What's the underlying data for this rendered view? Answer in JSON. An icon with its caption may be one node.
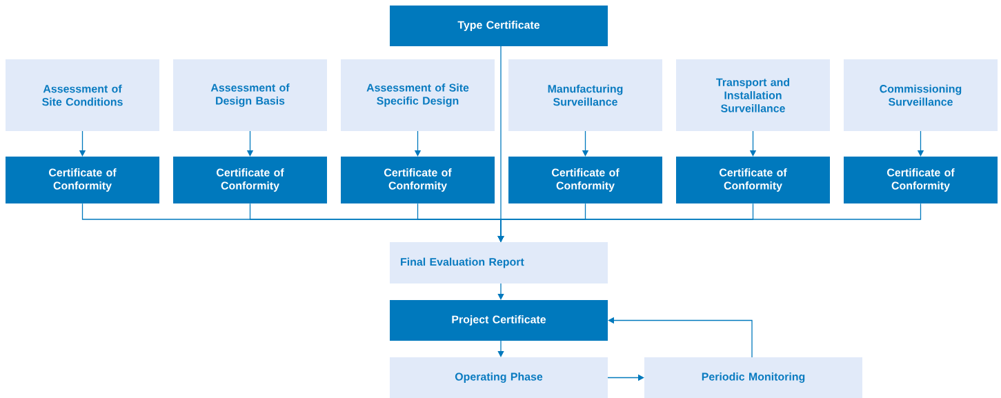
{
  "diagram": {
    "nodes": [
      {
        "text": [
          "Type Certificate"
        ]
      },
      {
        "text": [
          "Assessment of Site Conditions"
        ]
      },
      {
        "text": [
          "Assessment of Design Basis"
        ]
      },
      {
        "text": [
          "Assessment of Site Specific Design"
        ]
      },
      {
        "text": [
          "Manufacturing Surveillance"
        ]
      },
      {
        "text": [
          "Transport and Installation Surveillance"
        ]
      },
      {
        "text": [
          "Commissioning Surveillance"
        ]
      },
      {
        "text": [
          "Certificate of Conformity"
        ]
      },
      {
        "text": [
          "Certificate of Conformity"
        ]
      },
      {
        "text": [
          "Certificate of Conformity"
        ]
      },
      {
        "text": [
          "Certificate of Conformity"
        ]
      },
      {
        "text": [
          "Certificate of Conformity"
        ]
      },
      {
        "text": [
          "Certificate of Conformity"
        ]
      },
      {
        "text": [
          "Final Evaluation Report"
        ]
      },
      {
        "text": [
          "Project Certificate"
        ]
      },
      {
        "text": [
          "Operating Phase"
        ]
      },
      {
        "text": [
          "Periodic Monitoring"
        ]
      }
    ],
    "edges": [
      {
        "from": 1,
        "to": 7,
        "arrow": "to"
      },
      {
        "from": 2,
        "to": 8,
        "arrow": "to"
      },
      {
        "from": 3,
        "to": 9,
        "arrow": "to"
      },
      {
        "from": 4,
        "to": 10,
        "arrow": "to"
      },
      {
        "from": 5,
        "to": 11,
        "arrow": "to"
      },
      {
        "from": 6,
        "to": 12,
        "arrow": "to"
      },
      {
        "from": 7,
        "to": 13,
        "arrow": "to"
      },
      {
        "from": 8,
        "to": 13,
        "arrow": "to"
      },
      {
        "from": 9,
        "to": 13,
        "arrow": "to"
      },
      {
        "from": 10,
        "to": 13,
        "arrow": "to"
      },
      {
        "from": 11,
        "to": 13,
        "arrow": "to"
      },
      {
        "from": 12,
        "to": 13,
        "arrow": "to"
      },
      {
        "from": 0,
        "to": 13,
        "arrow": "to"
      },
      {
        "from": 13,
        "to": 14,
        "arrow": "to"
      },
      {
        "from": 14,
        "to": 15,
        "arrow": "to"
      },
      {
        "from": 15,
        "to": 16,
        "arrow": "to"
      },
      {
        "from": 16,
        "to": 14,
        "arrow": "to"
      }
    ]
  }
}
